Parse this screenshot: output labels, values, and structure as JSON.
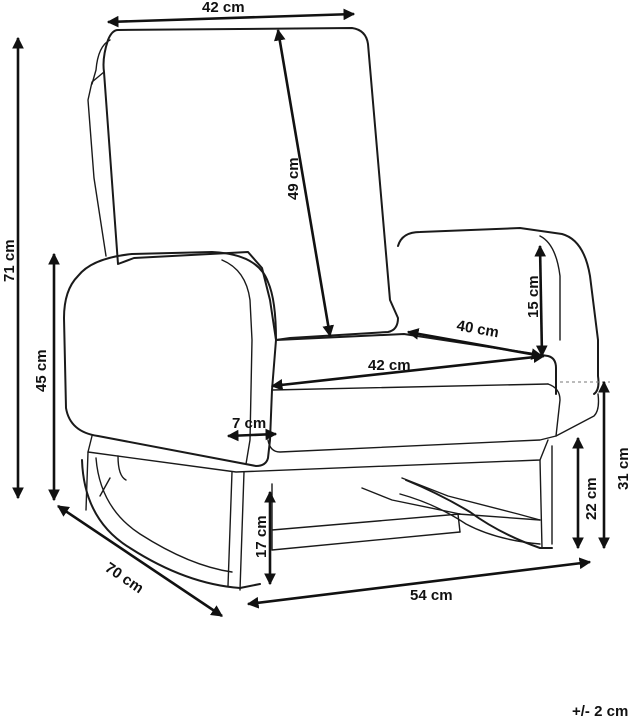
{
  "dimensions": {
    "back_width": "42 cm",
    "back_height": "49 cm",
    "total_height": "71 cm",
    "seat_height": "45 cm",
    "armrest_height": "15 cm",
    "seat_depth": "40 cm",
    "seat_width": "42 cm",
    "armrest_width": "7 cm",
    "arm_floor_height": "31 cm",
    "frame_height": "22 cm",
    "base_height": "17 cm",
    "total_depth": "70 cm",
    "total_width": "54 cm"
  },
  "tolerance": "+/- 2 cm",
  "colors": {
    "line": "#1a1a1a",
    "background": "#ffffff"
  }
}
